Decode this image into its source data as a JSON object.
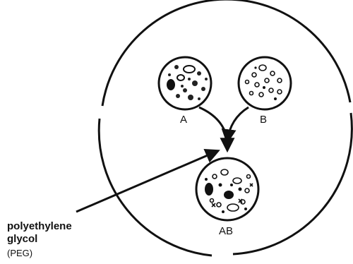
{
  "labels": {
    "cell_a": "A",
    "cell_b": "B",
    "cell_ab": "AB"
  },
  "peg_label": {
    "line1": "polyethylene",
    "line2": "glycol",
    "line3": "(PEG)"
  }
}
